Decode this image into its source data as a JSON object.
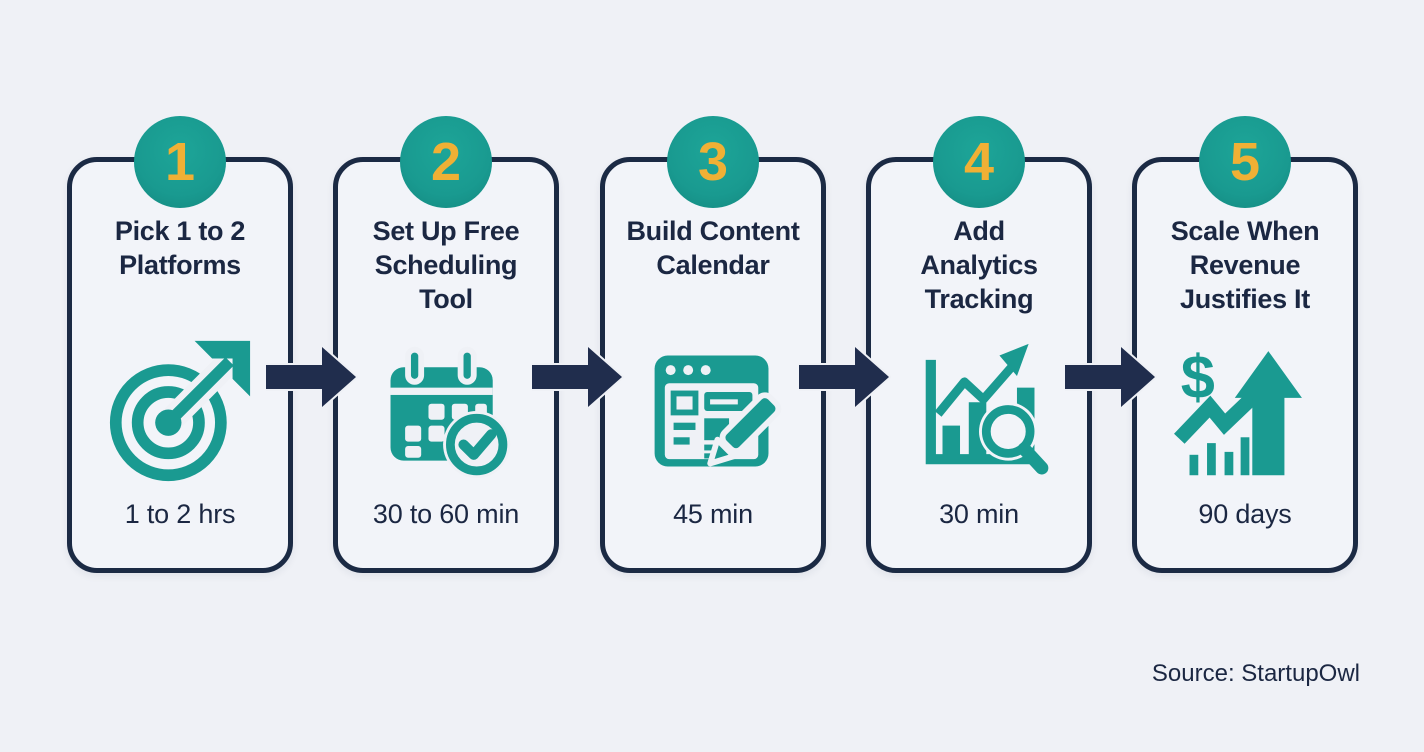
{
  "colors": {
    "teal": "#1A9A91",
    "gold": "#F0B035",
    "navy": "#1B2A44",
    "background": "#EFF1F6"
  },
  "steps": [
    {
      "number": "1",
      "title": "Pick 1 to 2\nPlatforms",
      "icon": "target-bullseye-icon",
      "duration": "1 to 2 hrs"
    },
    {
      "number": "2",
      "title": "Set Up Free\nScheduling\nTool",
      "icon": "calendar-check-icon",
      "duration": "30 to 60 min"
    },
    {
      "number": "3",
      "title": "Build Content\nCalendar",
      "icon": "content-editor-icon",
      "duration": "45 min"
    },
    {
      "number": "4",
      "title": "Add\nAnalytics\nTracking",
      "icon": "analytics-chart-magnifier-icon",
      "duration": "30 min"
    },
    {
      "number": "5",
      "title": "Scale When\nRevenue\nJustifies It",
      "icon": "revenue-growth-arrow-icon",
      "duration": "90 days"
    }
  ],
  "source": {
    "label": "Source: StartupOwl"
  }
}
